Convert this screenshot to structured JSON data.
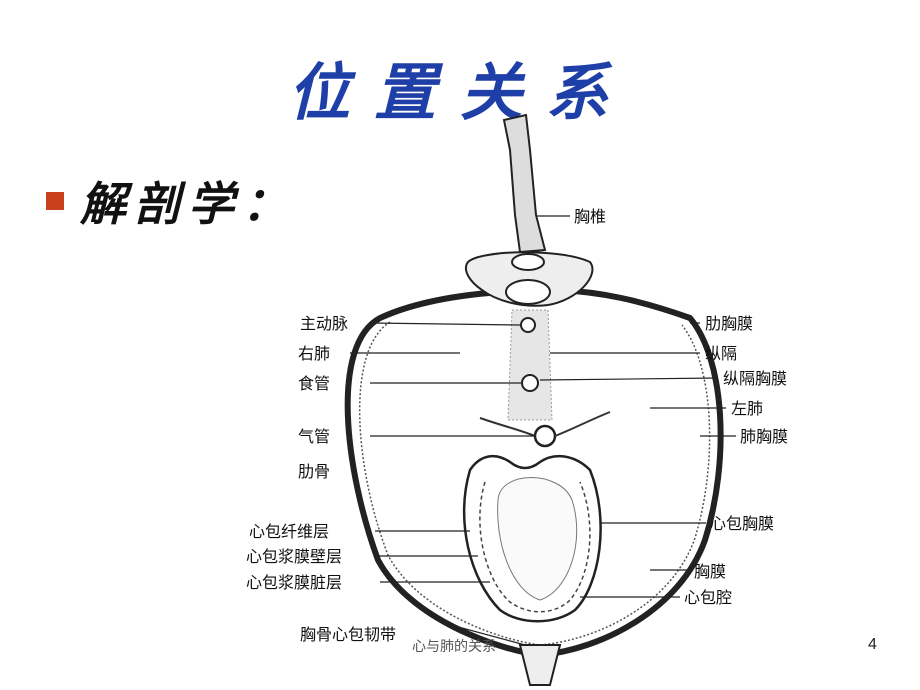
{
  "slide": {
    "title": "位置关系",
    "bullet": "解剖学：",
    "footer": "心与肺的关系",
    "page_number": "4",
    "title_color": "#1f3fa8",
    "bullet_color": "#c8401c"
  },
  "diagram": {
    "labels_left": [
      "主动脉",
      "右肺",
      "食管",
      "气管",
      "肋骨",
      "心包纤维层",
      "心包浆膜壁层",
      "心包浆膜脏层",
      "胸骨心包韧带"
    ],
    "labels_right": [
      "胸椎",
      "肋胸膜",
      "纵隔",
      "纵隔胸膜",
      "左肺",
      "肺胸膜",
      "心包胸膜",
      "胸膜",
      "心包腔"
    ]
  }
}
